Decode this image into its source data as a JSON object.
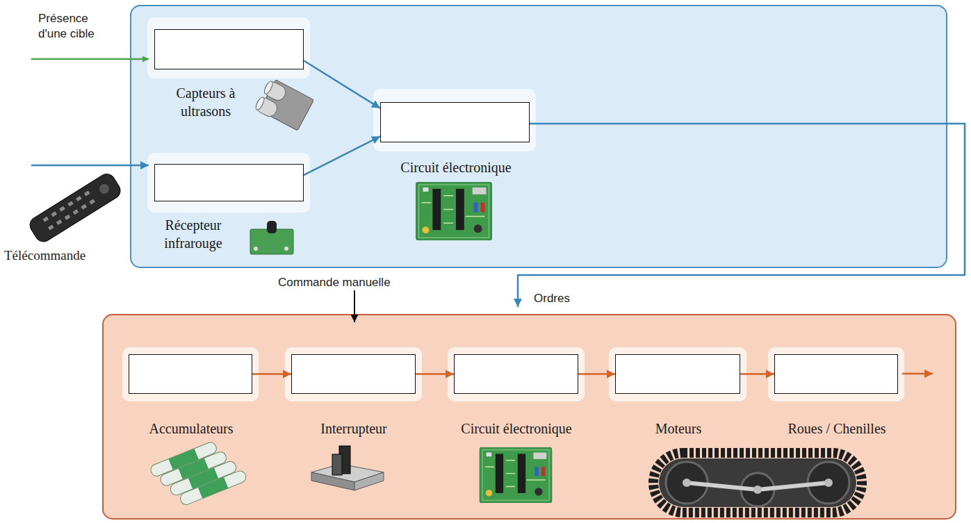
{
  "diagram": {
    "nodes": [
      {
        "text": [
          "Capteurs à ultrasons"
        ]
      },
      {
        "text": [
          "Récepteur infrarouge"
        ]
      },
      {
        "text": [
          "Circuit électronique"
        ]
      },
      {
        "text": [
          "Accumulateurs"
        ]
      },
      {
        "text": [
          "Interrupteur"
        ]
      },
      {
        "text": [
          "Circuit électronique"
        ]
      },
      {
        "text": [
          "Moteurs"
        ]
      },
      {
        "text": [
          "Roues / Chenilles"
        ]
      }
    ],
    "edges": [
      {
        "from": 0,
        "to": 2,
        "arrow": "to"
      },
      {
        "from": 1,
        "to": 2,
        "arrow": "to"
      },
      {
        "from": 3,
        "to": 4,
        "arrow": "to"
      },
      {
        "from": 4,
        "to": 5,
        "arrow": "to"
      },
      {
        "from": 5,
        "to": 6,
        "arrow": "to"
      },
      {
        "from": 6,
        "to": 7,
        "arrow": "to"
      }
    ],
    "labels": [
      "Présence d'une cible",
      "Télécommande",
      "Commande manuelle",
      "Ordres"
    ]
  }
}
